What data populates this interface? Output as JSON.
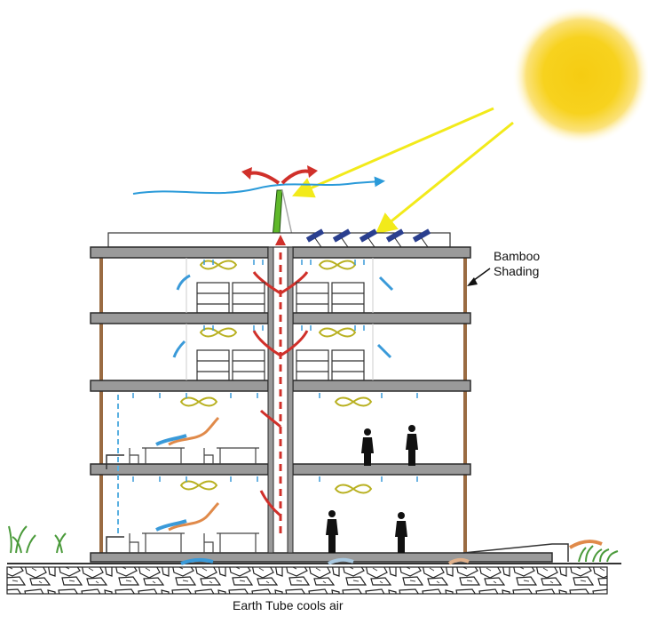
{
  "labels": {
    "bamboo_line1": "Bamboo",
    "bamboo_line2": "Shading",
    "earth_tube": "Earth Tube cools air"
  },
  "colors": {
    "sun": "#f7d21e",
    "sun_rays": "#f2ea1a",
    "slab": "#9a9a9a",
    "slab_outline": "#2b2b2b",
    "bamboo": "#9a6b42",
    "cool_air": "#3a9ad9",
    "warm_air": "#e08a4a",
    "exhaust_air": "#e05050",
    "fan": "#c8c23a",
    "solar_panel": "#2a3f8f",
    "chimney": "#5fb82a",
    "wind": "#2a9ad9",
    "grass": "#4a9a3a"
  },
  "icons": [
    "sun-icon",
    "solar-panel-icon",
    "ceiling-fan-icon",
    "person-icon",
    "bunk-bed-icon",
    "table-icon",
    "chair-icon",
    "grass-icon",
    "airflow-arrow-icon"
  ]
}
